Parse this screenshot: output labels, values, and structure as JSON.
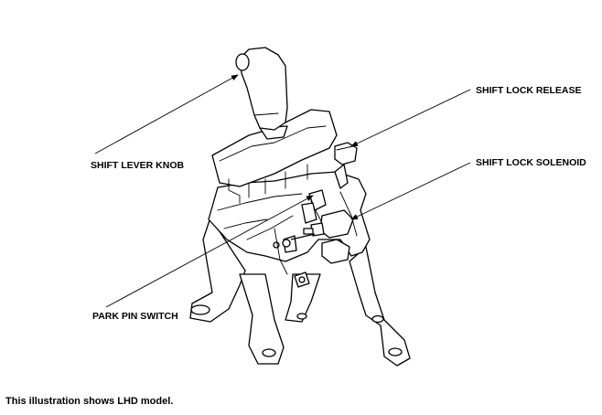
{
  "callouts": {
    "shift_lever_knob": "SHIFT LEVER KNOB",
    "shift_lock_release": "SHIFT LOCK RELEASE",
    "shift_lock_solenoid": "SHIFT LOCK SOLENOID",
    "park_pin_switch": "PARK PIN SWITCH"
  },
  "footnote": "This illustration shows LHD model.",
  "icons": {
    "assembly": "shift-lever-assembly-illustration"
  },
  "colors": {
    "line": "#000000",
    "background": "#ffffff"
  }
}
